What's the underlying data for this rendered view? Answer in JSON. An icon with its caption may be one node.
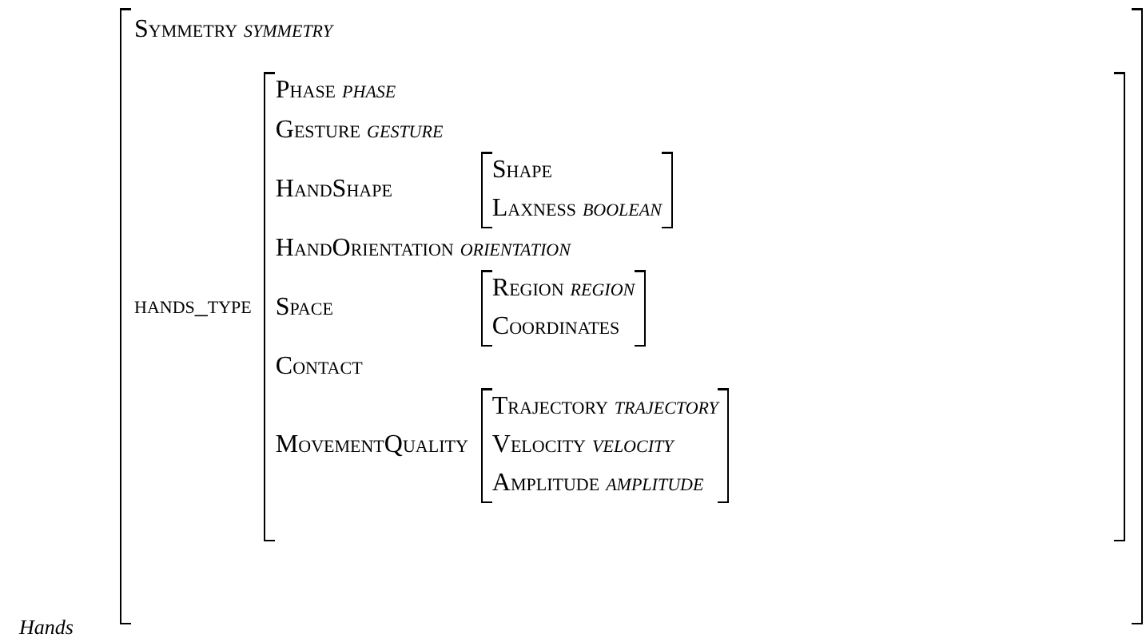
{
  "diagram": {
    "nodes": [
      {
        "text": [
          "Symmetry *symmetry*",
          "hands_type"
        ],
        "beside": [
          "Hands"
        ]
      },
      {
        "text": [
          "Phase *phase*",
          "Gesture *gesture*",
          "HandShape",
          "HandOrientation *orientation*",
          "Space",
          "Contact",
          "MovementQuality"
        ],
        "in": 0
      },
      {
        "text": [
          "Shape",
          "Laxness *boolean*"
        ],
        "in": 1
      },
      {
        "text": [
          "Region *region*",
          "Coordinates"
        ],
        "in": 1
      },
      {
        "text": [
          "Trajectory *trajectory*",
          "Velocity *velocity*",
          "Amplitude *amplitude*"
        ],
        "in": 1
      }
    ]
  }
}
